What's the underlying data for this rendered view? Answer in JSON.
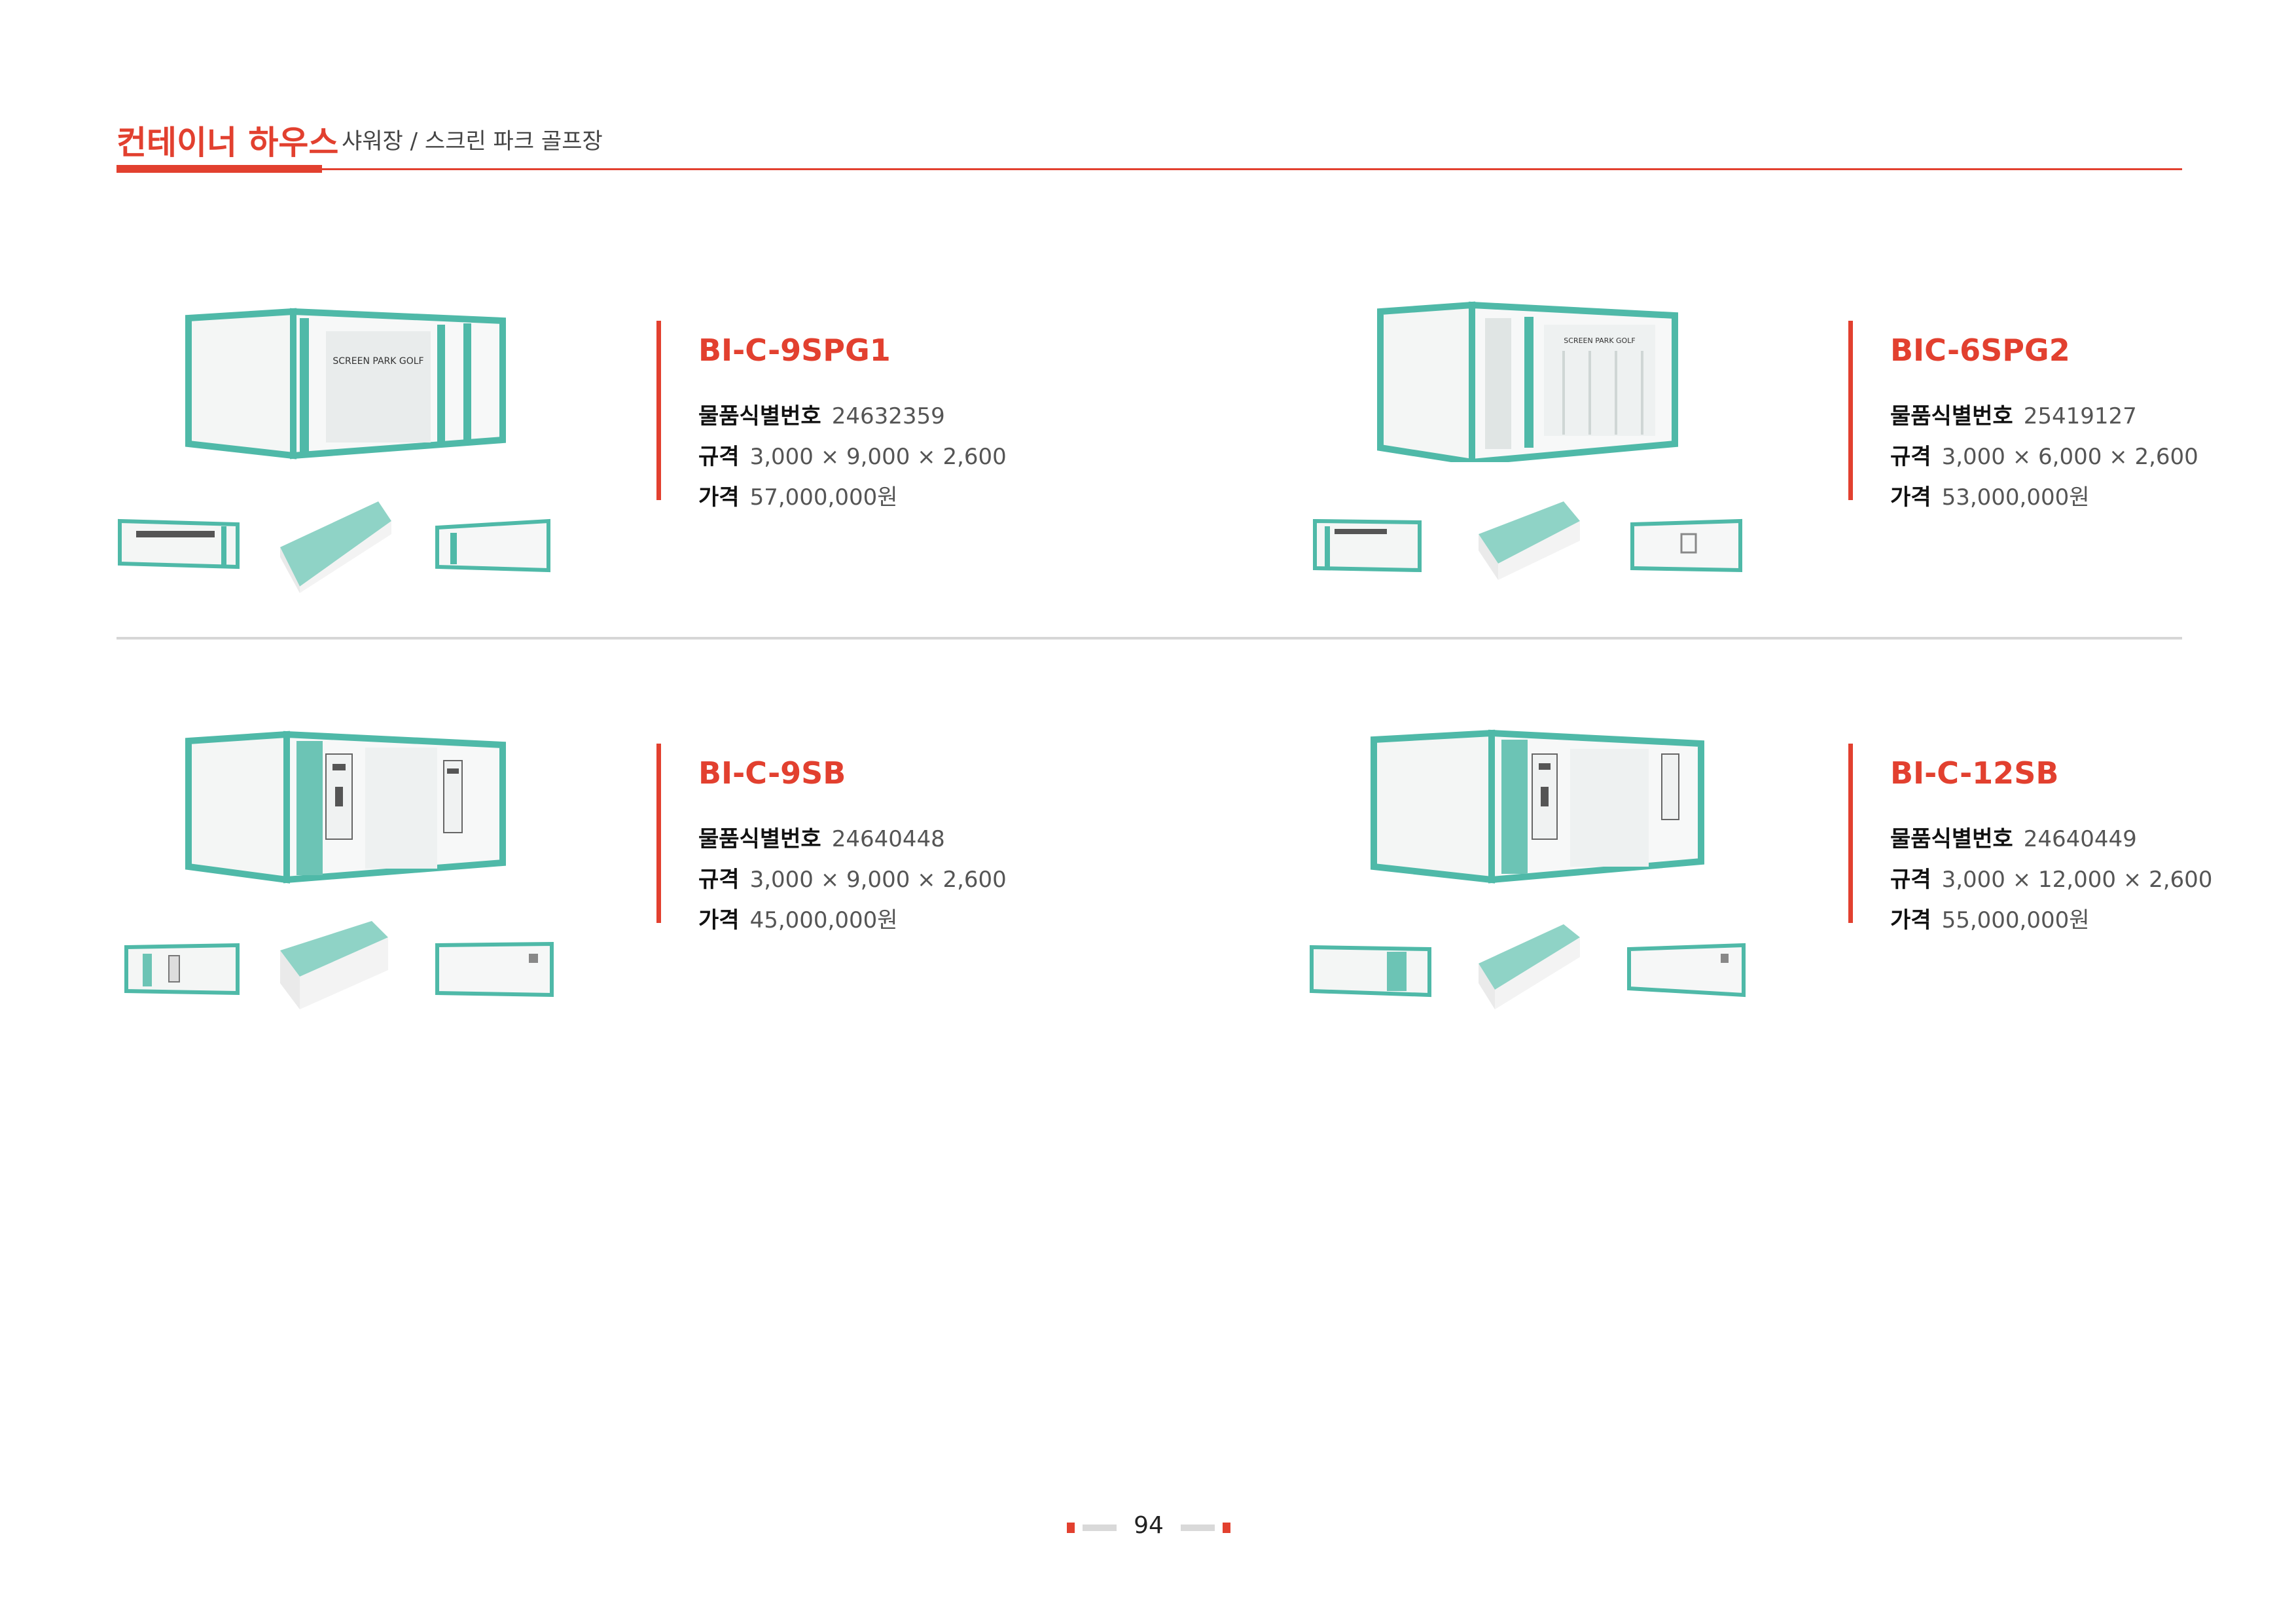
{
  "header": {
    "title": "컨테이너 하우스",
    "subtitle": "샤워장 / 스크린 파크 골프장"
  },
  "labels": {
    "id": "물품식별번호",
    "spec": "규격",
    "price": "가격"
  },
  "products": [
    {
      "model": "BI-C-9SPG1",
      "id": "24632359",
      "spec": "3,000 × 9,000 × 2,600",
      "price": "57,000,000원",
      "sign_text": "SCREEN PARK GOLF"
    },
    {
      "model": "BIC-6SPG2",
      "id": "25419127",
      "spec": "3,000 × 6,000 × 2,600",
      "price": "53,000,000원",
      "sign_text": "SCREEN PARK GOLF"
    },
    {
      "model": "BI-C-9SB",
      "id": "24640448",
      "spec": "3,000 × 9,000 × 2,600",
      "price": "45,000,000원"
    },
    {
      "model": "BI-C-12SB",
      "id": "24640449",
      "spec": "3,000 × 12,000 × 2,600",
      "price": "55,000,000원"
    }
  ],
  "footer": {
    "page_number": "94"
  },
  "colors": {
    "accent": "#e2402f",
    "teal": "#4fb9a8",
    "divider": "#d6d6d6"
  }
}
